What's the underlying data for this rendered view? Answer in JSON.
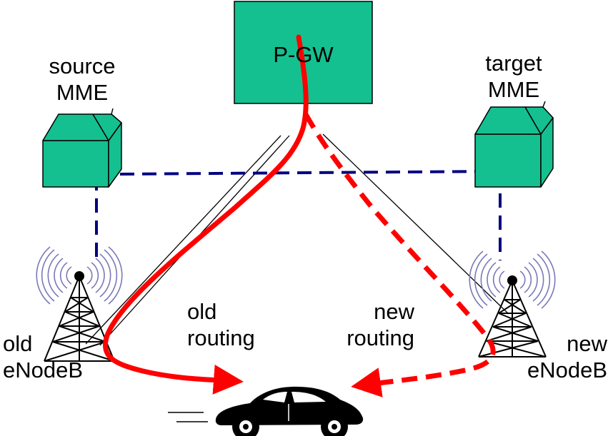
{
  "nodes": {
    "pgw": {
      "label": "P-GW"
    },
    "source_mme": {
      "line1": "source",
      "line2": "MME"
    },
    "target_mme": {
      "line1": "target",
      "line2": "MME"
    },
    "old_enodeb": {
      "line1": "old",
      "line2": "eNodeB"
    },
    "new_enodeb": {
      "line1": "new",
      "line2": "eNodeB"
    }
  },
  "routes": {
    "old": {
      "line1": "old",
      "line2": "routing"
    },
    "new": {
      "line1": "new",
      "line2": "routing"
    }
  },
  "colors": {
    "node_fill": "#14c08f",
    "route": "#ff0000",
    "signaling": "#000080",
    "radio_waves": "#7a78b8"
  },
  "icons": {
    "mme": "house-icon",
    "enodeb": "radio-tower-icon",
    "ue": "car-icon"
  }
}
